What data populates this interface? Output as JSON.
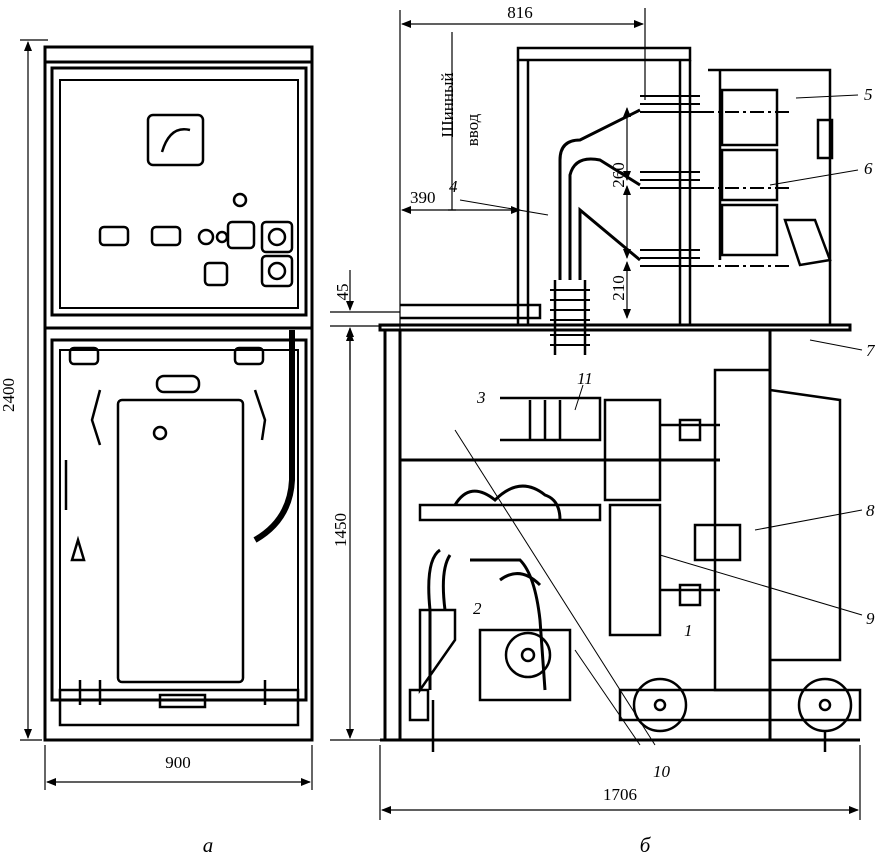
{
  "figure": {
    "views": {
      "front": {
        "caption": "а"
      },
      "side": {
        "caption": "б"
      }
    },
    "dimensions": {
      "height_total": "2400",
      "width_front": "900",
      "depth_total": "1706",
      "upper_depth": "816",
      "busbar_offset": "390",
      "gap": "45",
      "lower_height": "1450",
      "phase_spacing": "260",
      "insulator_offset": "210"
    },
    "busbar_label": {
      "line1": "Шинный",
      "line2": "ввод"
    },
    "callouts": [
      "1",
      "2",
      "3",
      "4",
      "5",
      "6",
      "7",
      "8",
      "9",
      "10",
      "11"
    ]
  }
}
